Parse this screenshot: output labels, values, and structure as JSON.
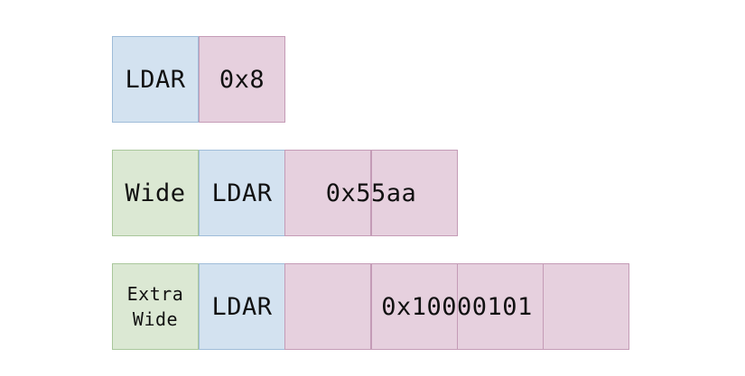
{
  "rows": [
    {
      "opcode": "LDAR",
      "operand": "0x8"
    },
    {
      "prefix": "Wide",
      "opcode": "LDAR",
      "operand": "0x55aa"
    },
    {
      "prefix_line1": "Extra",
      "prefix_line2": "Wide",
      "opcode": "LDAR",
      "operand": "0x10000101"
    }
  ],
  "colors": {
    "prefix": "#dbe8d3",
    "opcode": "#d3e2f0",
    "operand": "#e6d0de"
  }
}
